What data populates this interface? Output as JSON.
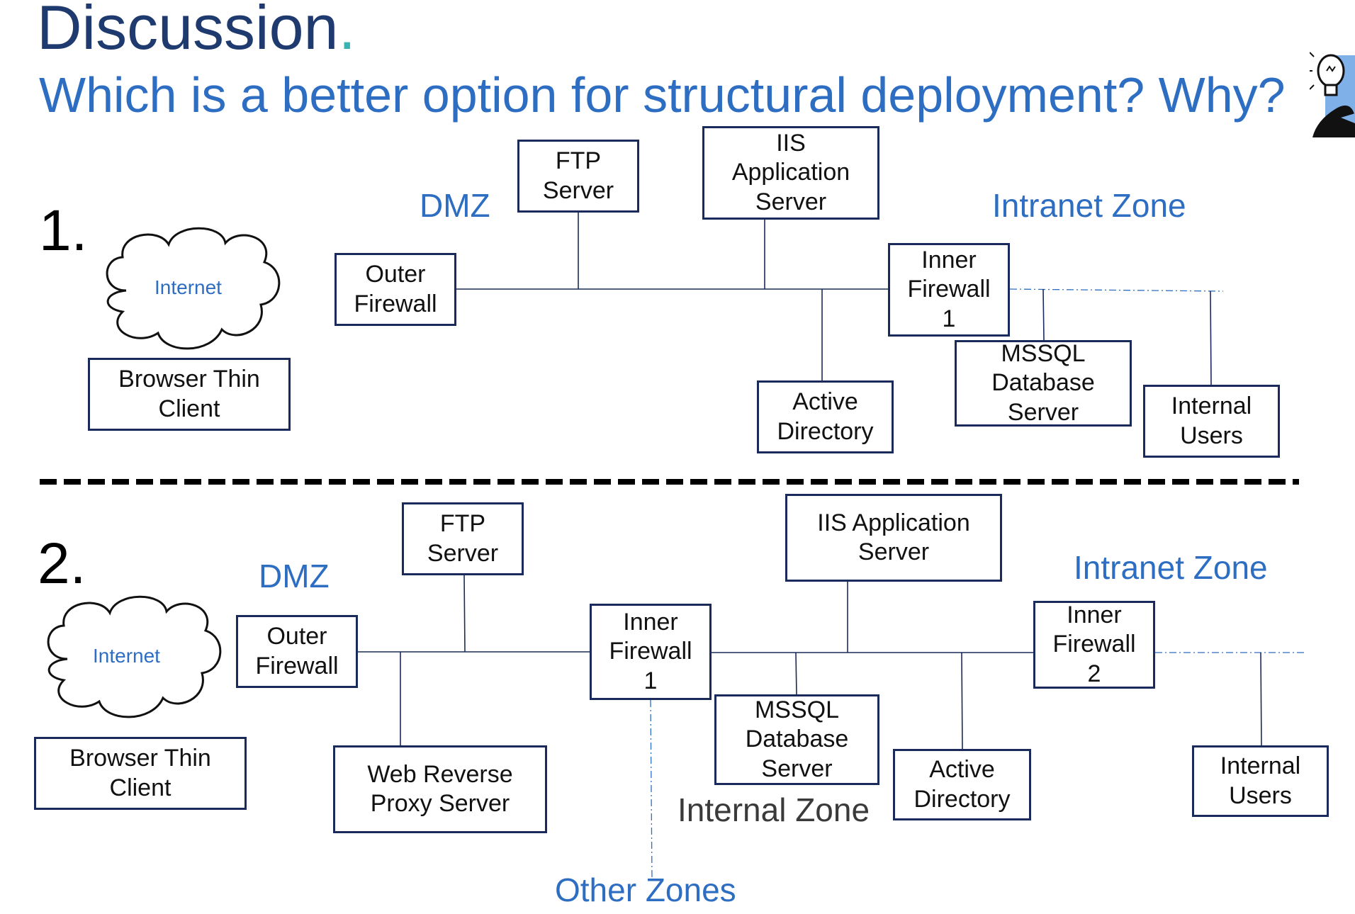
{
  "slide": {
    "title": "Discussion",
    "title_dot": ".",
    "subtitle": "Which is a better option for structural deployment?  Why?"
  },
  "icons": {
    "idea": "lightbulb-thinker-icon",
    "cloud": "cloud-icon"
  },
  "colors": {
    "title": "#1f3a6e",
    "accent": "#2e6ec2",
    "box_border": "#1a2a5a",
    "divider": "#000000"
  },
  "option1": {
    "number": "1.",
    "zones": {
      "dmz": "DMZ",
      "intranet": "Intranet Zone"
    },
    "internet": "Internet",
    "browser": "Browser Thin\nClient",
    "outer_firewall": "Outer\nFirewall",
    "ftp": "FTP\nServer",
    "iis": "IIS\nApplication\nServer",
    "inner_firewall": "Inner\nFirewall\n1",
    "active_directory": "Active\nDirectory",
    "mssql": "MSSQL\nDatabase\nServer",
    "internal_users": "Internal\nUsers"
  },
  "option2": {
    "number": "2.",
    "zones": {
      "dmz": "DMZ",
      "intranet": "Intranet Zone",
      "internal": "Internal Zone",
      "other": "Other Zones"
    },
    "internet": "Internet",
    "browser": "Browser Thin\nClient",
    "outer_firewall": "Outer\nFirewall",
    "ftp": "FTP\nServer",
    "web_proxy": "Web Reverse\nProxy Server",
    "inner_firewall_1": "Inner\nFirewall\n1",
    "iis": "IIS Application\nServer",
    "mssql": "MSSQL\nDatabase\nServer",
    "active_directory": "Active\nDirectory",
    "inner_firewall_2": "Inner\nFirewall\n2",
    "internal_users": "Internal\nUsers"
  }
}
